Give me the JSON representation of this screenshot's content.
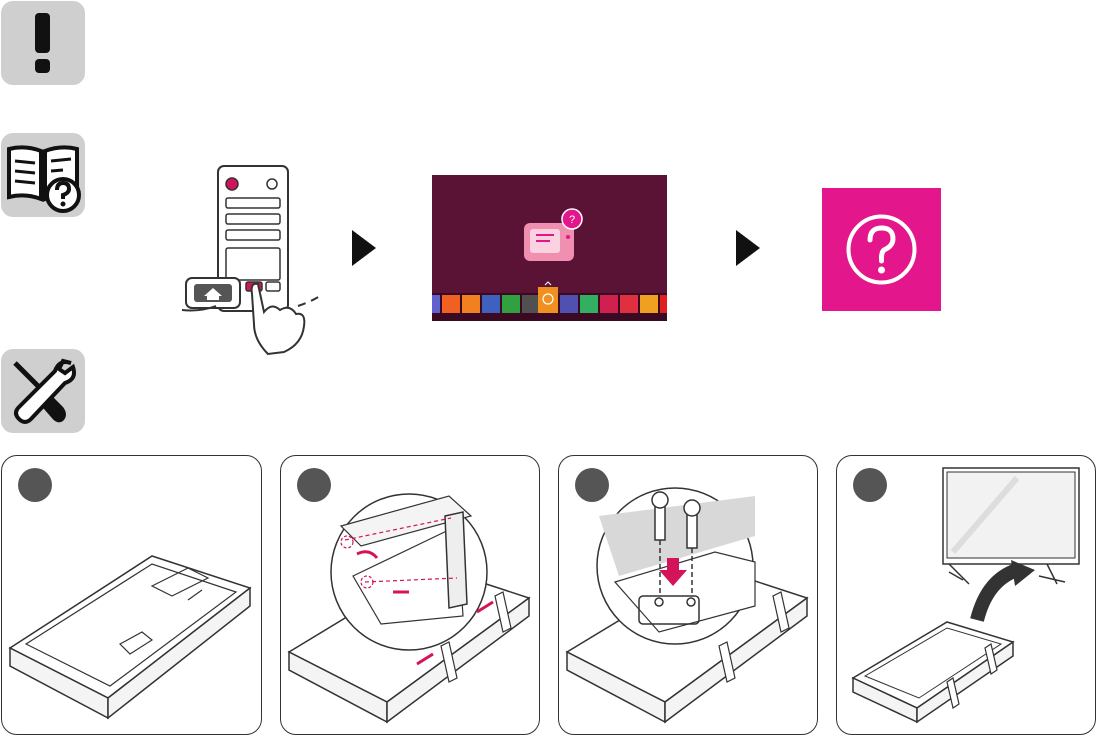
{
  "icons": {
    "caution": "exclamation-icon",
    "manual": "manual-help-icon",
    "tools": "tools-icon"
  },
  "steps": [
    {
      "label": "",
      "illustration": "tv-face-down-on-packaging"
    },
    {
      "label": "",
      "illustration": "attach-stands-to-tv"
    },
    {
      "label": "",
      "illustration": "fasten-stand-screws"
    },
    {
      "label": "",
      "illustration": "lift-tv-upright"
    }
  ],
  "colors": {
    "icon_background": "#cfcfcf",
    "accent_magenta": "#e4168c",
    "screen_background": "#5a1235",
    "line_art": "#333333",
    "guide_dashed": "#d4145a",
    "badge": "#555555"
  },
  "remote": {
    "home_button": "home-icon"
  },
  "help_tile": {
    "symbol": "question-icon"
  }
}
